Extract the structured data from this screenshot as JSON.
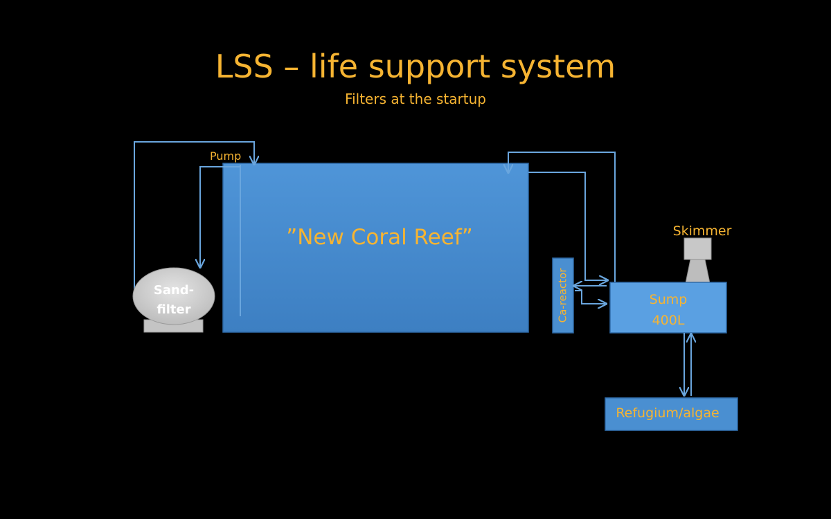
{
  "header": {
    "title": "LSS – life support system",
    "subtitle": "Filters at the startup"
  },
  "diagram": {
    "main_tank": "”New Coral Reef”",
    "pump": "Pump",
    "sand_filter_line1": "Sand-",
    "sand_filter_line2": "filter",
    "ca_reactor": "Ca-reactor",
    "skimmer": "Skimmer",
    "sump_line1": "Sump",
    "sump_line2": "400L",
    "refugium": "Refugium/algae"
  },
  "colors": {
    "background": "#000000",
    "label_text": "#f6b432",
    "tank_blue": "#4a8fd1",
    "box_blue": "#5aa0e2",
    "pipe": "#6aa6de",
    "grey_equipment": "#c8c8c8"
  }
}
